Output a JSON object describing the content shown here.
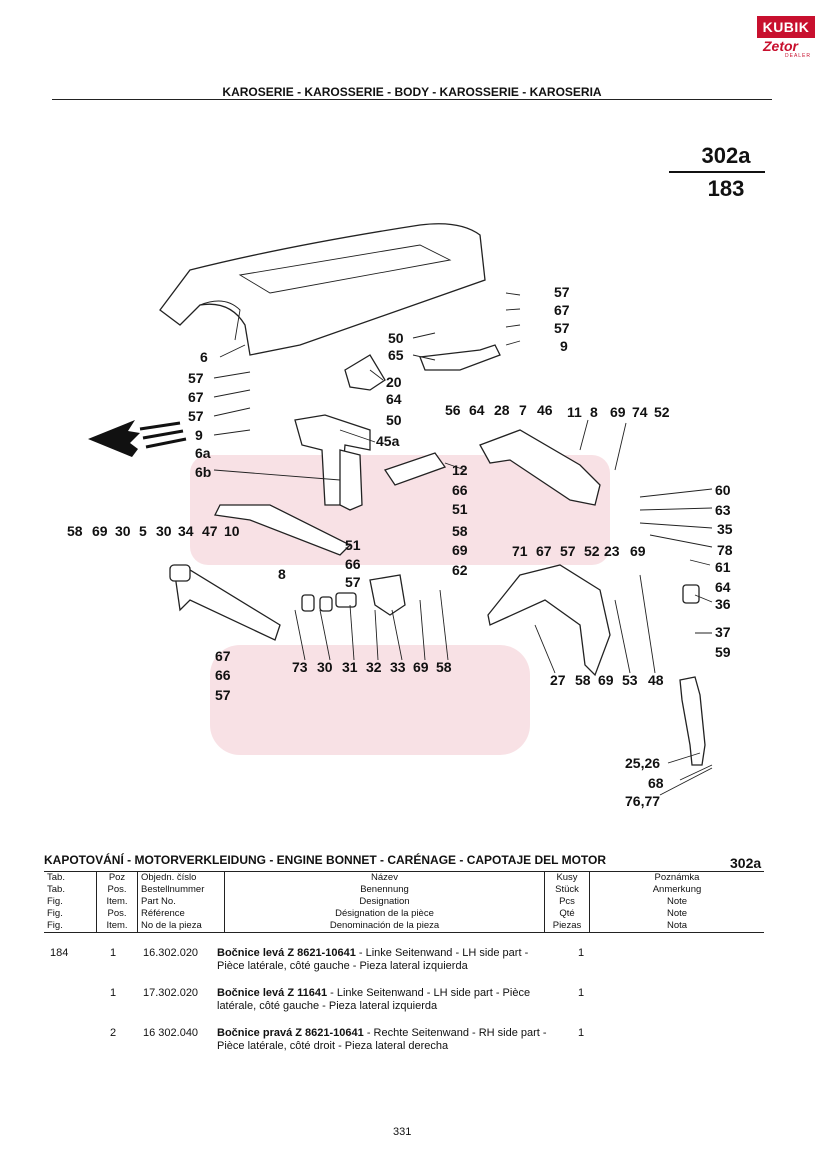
{
  "logo": {
    "brand": "KUBIK",
    "sub": "Zetor",
    "dealer": "DEALER"
  },
  "header": {
    "title": "KAROSERIE - KAROSSERIE - BODY - KAROSSERIE - KAROSERIA"
  },
  "page_code": {
    "top": "302a",
    "bottom": "183"
  },
  "diagram": {
    "callouts": [
      "6",
      "57",
      "67",
      "57",
      "9",
      "6a",
      "6b",
      "50",
      "65",
      "20",
      "64",
      "50",
      "45a",
      "56",
      "64",
      "28",
      "7",
      "46",
      "57",
      "67",
      "57",
      "9",
      "11",
      "8",
      "69",
      "74",
      "52",
      "12",
      "66",
      "51",
      "60",
      "63",
      "35",
      "78",
      "58",
      "69",
      "30",
      "5",
      "30",
      "34",
      "47",
      "10",
      "8",
      "51",
      "66",
      "57",
      "58",
      "69",
      "62",
      "71",
      "67",
      "57",
      "52",
      "23",
      "69",
      "61",
      "64",
      "36",
      "37",
      "59",
      "67",
      "66",
      "57",
      "73",
      "30",
      "31",
      "32",
      "33",
      "69",
      "58",
      "27",
      "58",
      "69",
      "53",
      "48",
      "25,26",
      "68",
      "76,77"
    ]
  },
  "section": {
    "title": "KAPOTOVÁNÍ - MOTORVERKLEIDUNG - ENGINE BONNET - CARÉNAGE - CAPOTAJE DEL MOTOR",
    "code": "302a"
  },
  "table_header": {
    "tab": [
      "Tab.",
      "Tab.",
      "Fig.",
      "Fig.",
      "Fig."
    ],
    "poz": [
      "Poz",
      "Pos.",
      "Item.",
      "Pos.",
      "Item."
    ],
    "order": [
      "Objedn. číslo",
      "Bestellnummer",
      "Part No.",
      "Référence",
      "No de la pieza"
    ],
    "name": [
      "Název",
      "Benennung",
      "Designation",
      "Désignation de la pièce",
      "Denominación de la pieza"
    ],
    "qty": [
      "Kusy",
      "Stück",
      "Pcs",
      "Qté",
      "Piezas"
    ],
    "note": [
      "Poznámka",
      "Anmerkung",
      "Note",
      "Note",
      "Nota"
    ]
  },
  "rows": [
    {
      "tab": "184",
      "pos": "1",
      "part": "16.302.020",
      "bold": "Bočnice levá Z 8621-10641",
      "rest": " - Linke Seitenwand - LH side part - Pièce latérale, côté gauche - Pieza lateral izquierda",
      "qty": "1"
    },
    {
      "tab": "",
      "pos": "1",
      "part": "17.302.020",
      "bold": "Bočnice levá Z 11641",
      "rest": " - Linke Seitenwand - LH side part - Pièce latérale, côté gauche - Pieza lateral izquierda",
      "qty": "1"
    },
    {
      "tab": "",
      "pos": "2",
      "part": "16 302.040",
      "bold": "Bočnice pravá Z 8621-10641",
      "rest": " - Rechte Seitenwand - RH side part - Pièce latérale, côté droit - Pieza lateral derecha",
      "qty": "1"
    }
  ],
  "page_number": "331"
}
